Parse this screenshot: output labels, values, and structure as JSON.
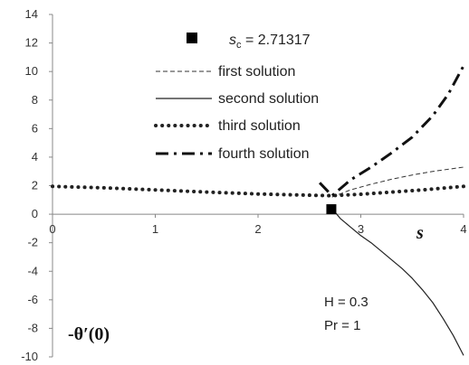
{
  "chart_data": {
    "type": "line",
    "xlabel": "s",
    "ylabel": "-θ′(0)",
    "xlim": [
      0,
      4
    ],
    "ylim": [
      -10,
      14
    ],
    "x_ticks": [
      "0",
      "1",
      "2",
      "3",
      "4"
    ],
    "y_ticks": [
      "-10",
      "-8",
      "-6",
      "-4",
      "-2",
      "0",
      "2",
      "4",
      "6",
      "8",
      "10",
      "12",
      "14"
    ],
    "grid": false,
    "legend_position": "top-center",
    "critical_point": {
      "label": "s_c = 2.71317",
      "x": 2.71317,
      "y": 0.35
    },
    "annotations": [
      "H = 0.3",
      "Pr = 1"
    ],
    "series": [
      {
        "name": "first solution",
        "style": "dashed",
        "x": [
          2.72,
          2.9,
          3.1,
          3.3,
          3.5,
          3.7,
          4.0
        ],
        "y": [
          1.2,
          1.7,
          2.1,
          2.45,
          2.75,
          3.0,
          3.3
        ]
      },
      {
        "name": "second solution",
        "style": "solid",
        "x": [
          2.72,
          2.8,
          2.9,
          3.0,
          3.1,
          3.2,
          3.3,
          3.4,
          3.5,
          3.6,
          3.7,
          3.8,
          3.9,
          4.0
        ],
        "y": [
          0.4,
          -0.3,
          -0.9,
          -1.5,
          -2.0,
          -2.6,
          -3.2,
          -3.8,
          -4.5,
          -5.3,
          -6.2,
          -7.3,
          -8.5,
          -9.9
        ]
      },
      {
        "name": "third solution",
        "style": "dotted",
        "x": [
          0,
          0.5,
          1.0,
          1.5,
          2.0,
          2.4,
          2.72,
          3.0,
          3.3,
          3.6,
          4.0
        ],
        "y": [
          1.95,
          1.85,
          1.7,
          1.55,
          1.42,
          1.35,
          1.3,
          1.4,
          1.55,
          1.7,
          1.95
        ]
      },
      {
        "name": "fourth solution",
        "style": "dash-dot",
        "x": [
          2.6,
          2.72,
          2.9,
          3.1,
          3.3,
          3.5,
          3.7,
          3.85,
          4.0
        ],
        "y": [
          2.2,
          1.3,
          2.4,
          3.3,
          4.3,
          5.4,
          6.9,
          8.4,
          10.4
        ]
      }
    ]
  }
}
